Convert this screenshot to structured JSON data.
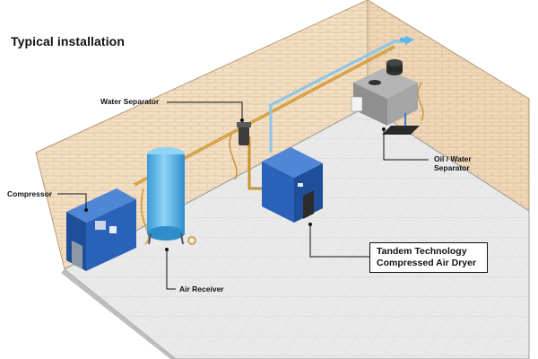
{
  "title": "Typical installation",
  "labels": {
    "water_separator": "Water Separator",
    "compressor": "Compressor",
    "air_receiver": "Air Receiver",
    "oil_water_separator_line1": "Oil / Water",
    "oil_water_separator_line2": "Separator",
    "dryer_line1": "Tandem Technology",
    "dryer_line2": "Compressed Air Dryer"
  },
  "colors": {
    "wall": "#f3dfc4",
    "brick_line": "#d9bb96",
    "floor": "#e6e6e6",
    "tile_line": "#d2d2d2",
    "unit_blue": "#2a62b8",
    "tank_blue": "#5ab8ea",
    "pipe_copper": "#c8922f",
    "pipe_blue": "#8fc6e6",
    "separator_grey": "#8f8f8f"
  },
  "icons": [
    "compressor-unit",
    "air-receiver-tank",
    "air-dryer-unit",
    "oil-water-separator",
    "water-separator-filter",
    "airflow-arrow"
  ]
}
